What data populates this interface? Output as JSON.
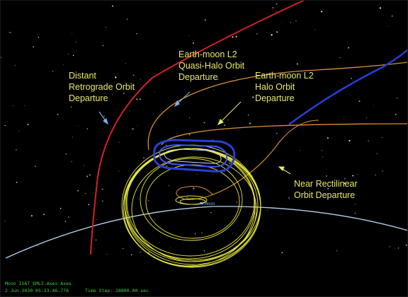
{
  "window": {
    "viewport_name": "3D orbit visualization"
  },
  "labels": {
    "distant_retrograde": "Distant\nRetrograde Orbit\nDeparture",
    "quasi_halo": "Earth-moon L2\nQuasi-Halo Orbit\nDeparture",
    "halo": "Earth-moon L2\nHalo Orbit\nDeparture",
    "near_rectilinear": "Near Rectilinear\nOrbit Departure",
    "moon_marker": "Moon"
  },
  "status_bar": {
    "line1": "Moon ISAT_EML2.Axes Axes",
    "line2_date": "2 Jun 2030 05:33:46.776",
    "line2_step": "Time Step: 28800.00 sec"
  },
  "colors": {
    "background": "#000000",
    "dro_orbit": "#d42222",
    "quasi_halo_orbit": "#2a3fd6",
    "halo_orbit": "#d89038",
    "nrho_orbit": "#e8e840",
    "moon_limb": "#b8d4f0",
    "label_text": "#e8e86a",
    "arrow": "#7ab0f0",
    "status_text": "#3ad23a"
  }
}
